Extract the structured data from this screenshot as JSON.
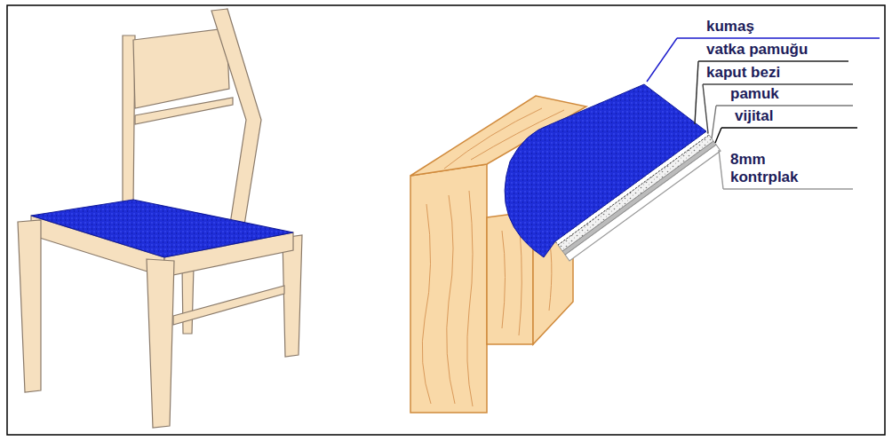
{
  "diagram": {
    "labels": [
      "kumaş",
      "vatka pamuğu",
      "kaput bezi",
      "pamuk",
      "vijital",
      "8mm kontrplak"
    ]
  }
}
